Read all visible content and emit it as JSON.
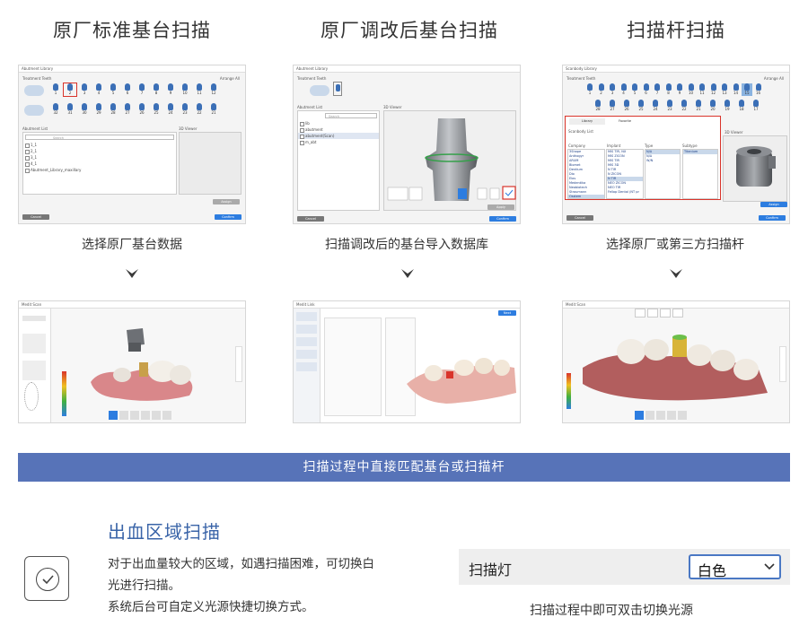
{
  "columns": [
    {
      "title": "原厂标准基台扫描",
      "caption": "选择原厂基台数据"
    },
    {
      "title": "原厂调改后基台扫描",
      "caption": "扫描调改后的基台导入数据库"
    },
    {
      "title": "扫描杆扫描",
      "caption": "选择原厂或第三方扫描杆"
    }
  ],
  "shot1": {
    "window_title": "Abutment Library",
    "section_label": "Treatment Teeth",
    "arrange_label": "Arrange All",
    "upper_teeth": [
      "1",
      "2",
      "3",
      "4",
      "5",
      "6",
      "7",
      "8",
      "9",
      "10",
      "11",
      "12"
    ],
    "lower_teeth": [
      "32",
      "31",
      "30",
      "29",
      "28",
      "27",
      "26",
      "25",
      "24",
      "23",
      "22",
      "21"
    ],
    "list_label": "Abutment List",
    "viewer_label": "3D Viewer",
    "search_placeholder": "Search",
    "list_items": [
      "1_1",
      "2_1",
      "3_1",
      "4_1",
      "Abutment_Library_maxillary"
    ],
    "assign_label": "Assign",
    "cancel_label": "Cancel",
    "confirm_label": "Confirm"
  },
  "shot2": {
    "window_title": "Abutment Library",
    "section_label": "Treatment Teeth",
    "list_label": "Abutment List",
    "viewer_label": "3D Viewer",
    "search_placeholder": "Search",
    "list_items": [
      "lib",
      "abutment",
      "abutment(Scan)",
      "m_abt"
    ],
    "apply_label": "Apply",
    "cancel_label": "Cancel",
    "confirm_label": "Confirm"
  },
  "shot3": {
    "window_title": "Scanbody Library",
    "section_label": "Treatment Teeth",
    "arrange_label": "Arrange All",
    "upper_teeth": [
      "1",
      "2",
      "3",
      "4",
      "5",
      "6",
      "7",
      "8",
      "9",
      "10",
      "11",
      "12",
      "13",
      "14",
      "15",
      "16"
    ],
    "lower_teeth": [
      "28",
      "27",
      "26",
      "25",
      "24",
      "23",
      "22",
      "21",
      "20",
      "19",
      "18",
      "17"
    ],
    "tab_library": "Library",
    "tab_favorite": "Favorite",
    "list_label": "Scanbody List",
    "viewer_label": "3D Viewer",
    "col_company": "Company",
    "col_implant": "Implant",
    "col_type": "Type",
    "col_subtype": "Subtype",
    "companies": [
      "3Shape",
      "Anthogyr",
      "ARUM",
      "Biomet",
      "Dentium",
      "Dio",
      "Elos",
      "Medentika",
      "Neobiotech",
      "Straumann",
      "Osstem"
    ],
    "implants": [
      "MIS TIR, NX",
      "MIS ZICON",
      "MIS TIR",
      "MIS 3D",
      "N TIR",
      "N ZICON",
      "N TIR",
      "NEO ZICON",
      "NEO TIR",
      "Fellop Dental (NT pr"
    ],
    "types": [
      "N/A",
      "N/A",
      "W/N"
    ],
    "subtypes": [
      "Titanium"
    ],
    "assign_label": "Assign",
    "cancel_label": "Cancel",
    "confirm_label": "Confirm"
  },
  "shot4": {
    "app_title": "Medit Scan"
  },
  "shot5": {
    "app_title": "Medit Link",
    "next_label": "Next"
  },
  "shot6": {
    "app_title": "Medit Scan"
  },
  "banner": "扫描过程中直接匹配基台或扫描杆",
  "bleed": {
    "title": "出血区域扫描",
    "desc_line1": "对于出血量较大的区域，如遇扫描困难，可切换白",
    "desc_line2": "光进行扫描。",
    "desc_line3": "系统后台可自定义光源快捷切换方式。"
  },
  "scan_lamp": {
    "label": "扫描灯",
    "value": "白色",
    "caption": "扫描过程中即可双击切换光源"
  },
  "colors": {
    "banner": "#5773b8",
    "accent_blue": "#3a64a8",
    "highlight_red": "#d9342b",
    "select_border": "#4a78c4"
  }
}
